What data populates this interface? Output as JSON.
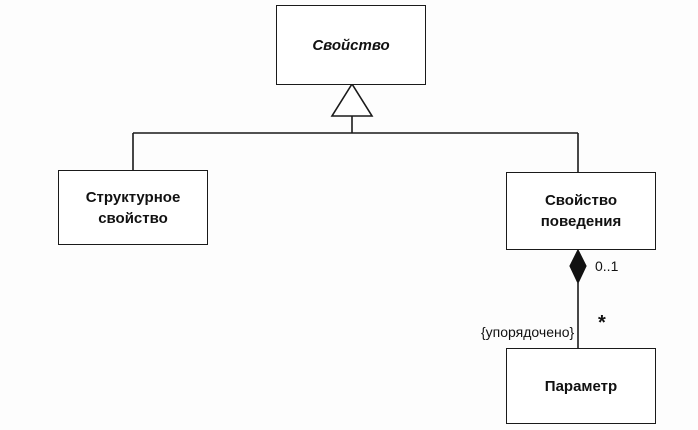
{
  "classes": {
    "property": "Свойство",
    "structural": "Структурное\nсвойство",
    "behavioral": "Свойство\nповедения",
    "parameter": "Параметр"
  },
  "association": {
    "owner_multiplicity": "0..1",
    "part_multiplicity": "*",
    "constraint": "{упорядочено}"
  },
  "colors": {
    "line": "#1a1a1a",
    "box_border": "#1a1a1a",
    "text": "#111111"
  }
}
